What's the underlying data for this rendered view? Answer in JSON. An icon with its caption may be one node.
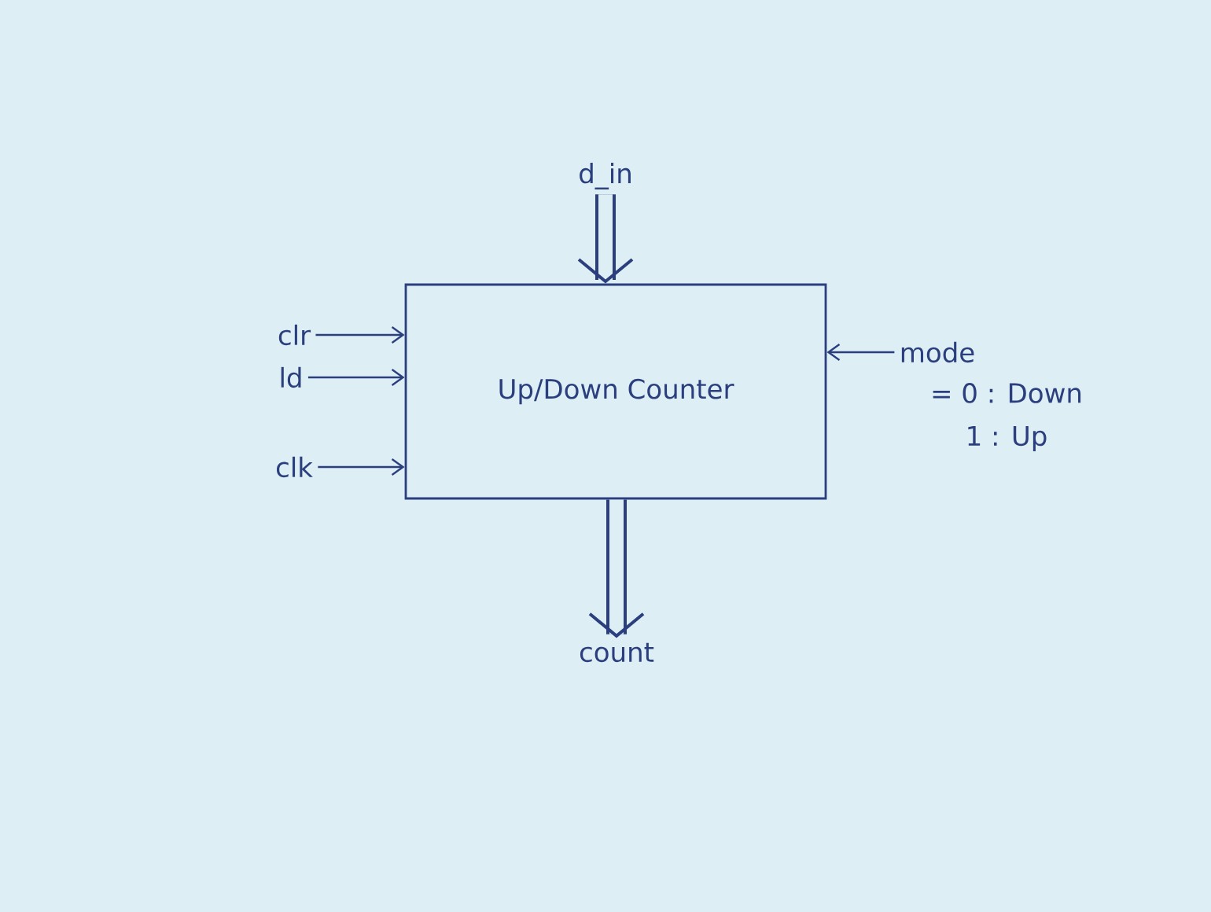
{
  "diagram": {
    "nodes": [
      {
        "text": [
          "Up/Down Counter"
        ]
      },
      {
        "text": [
          "d_in"
        ]
      },
      {
        "text": [
          "clr"
        ]
      },
      {
        "text": [
          "ld"
        ]
      },
      {
        "text": [
          "clk"
        ]
      },
      {
        "text": [
          "mode"
        ],
        "beside": [
          "= 0 : Down",
          "1 : Up"
        ]
      },
      {
        "text": [
          "count"
        ]
      }
    ],
    "edges": [
      {
        "from": 1,
        "to": 0,
        "arrow": "to",
        "style": "thick"
      },
      {
        "from": 2,
        "to": 0,
        "arrow": "to"
      },
      {
        "from": 3,
        "to": 0,
        "arrow": "to"
      },
      {
        "from": 4,
        "to": 0,
        "arrow": "to"
      },
      {
        "from": 5,
        "to": 0,
        "arrow": "to"
      },
      {
        "from": 0,
        "to": 6,
        "arrow": "to",
        "style": "thick"
      }
    ]
  }
}
